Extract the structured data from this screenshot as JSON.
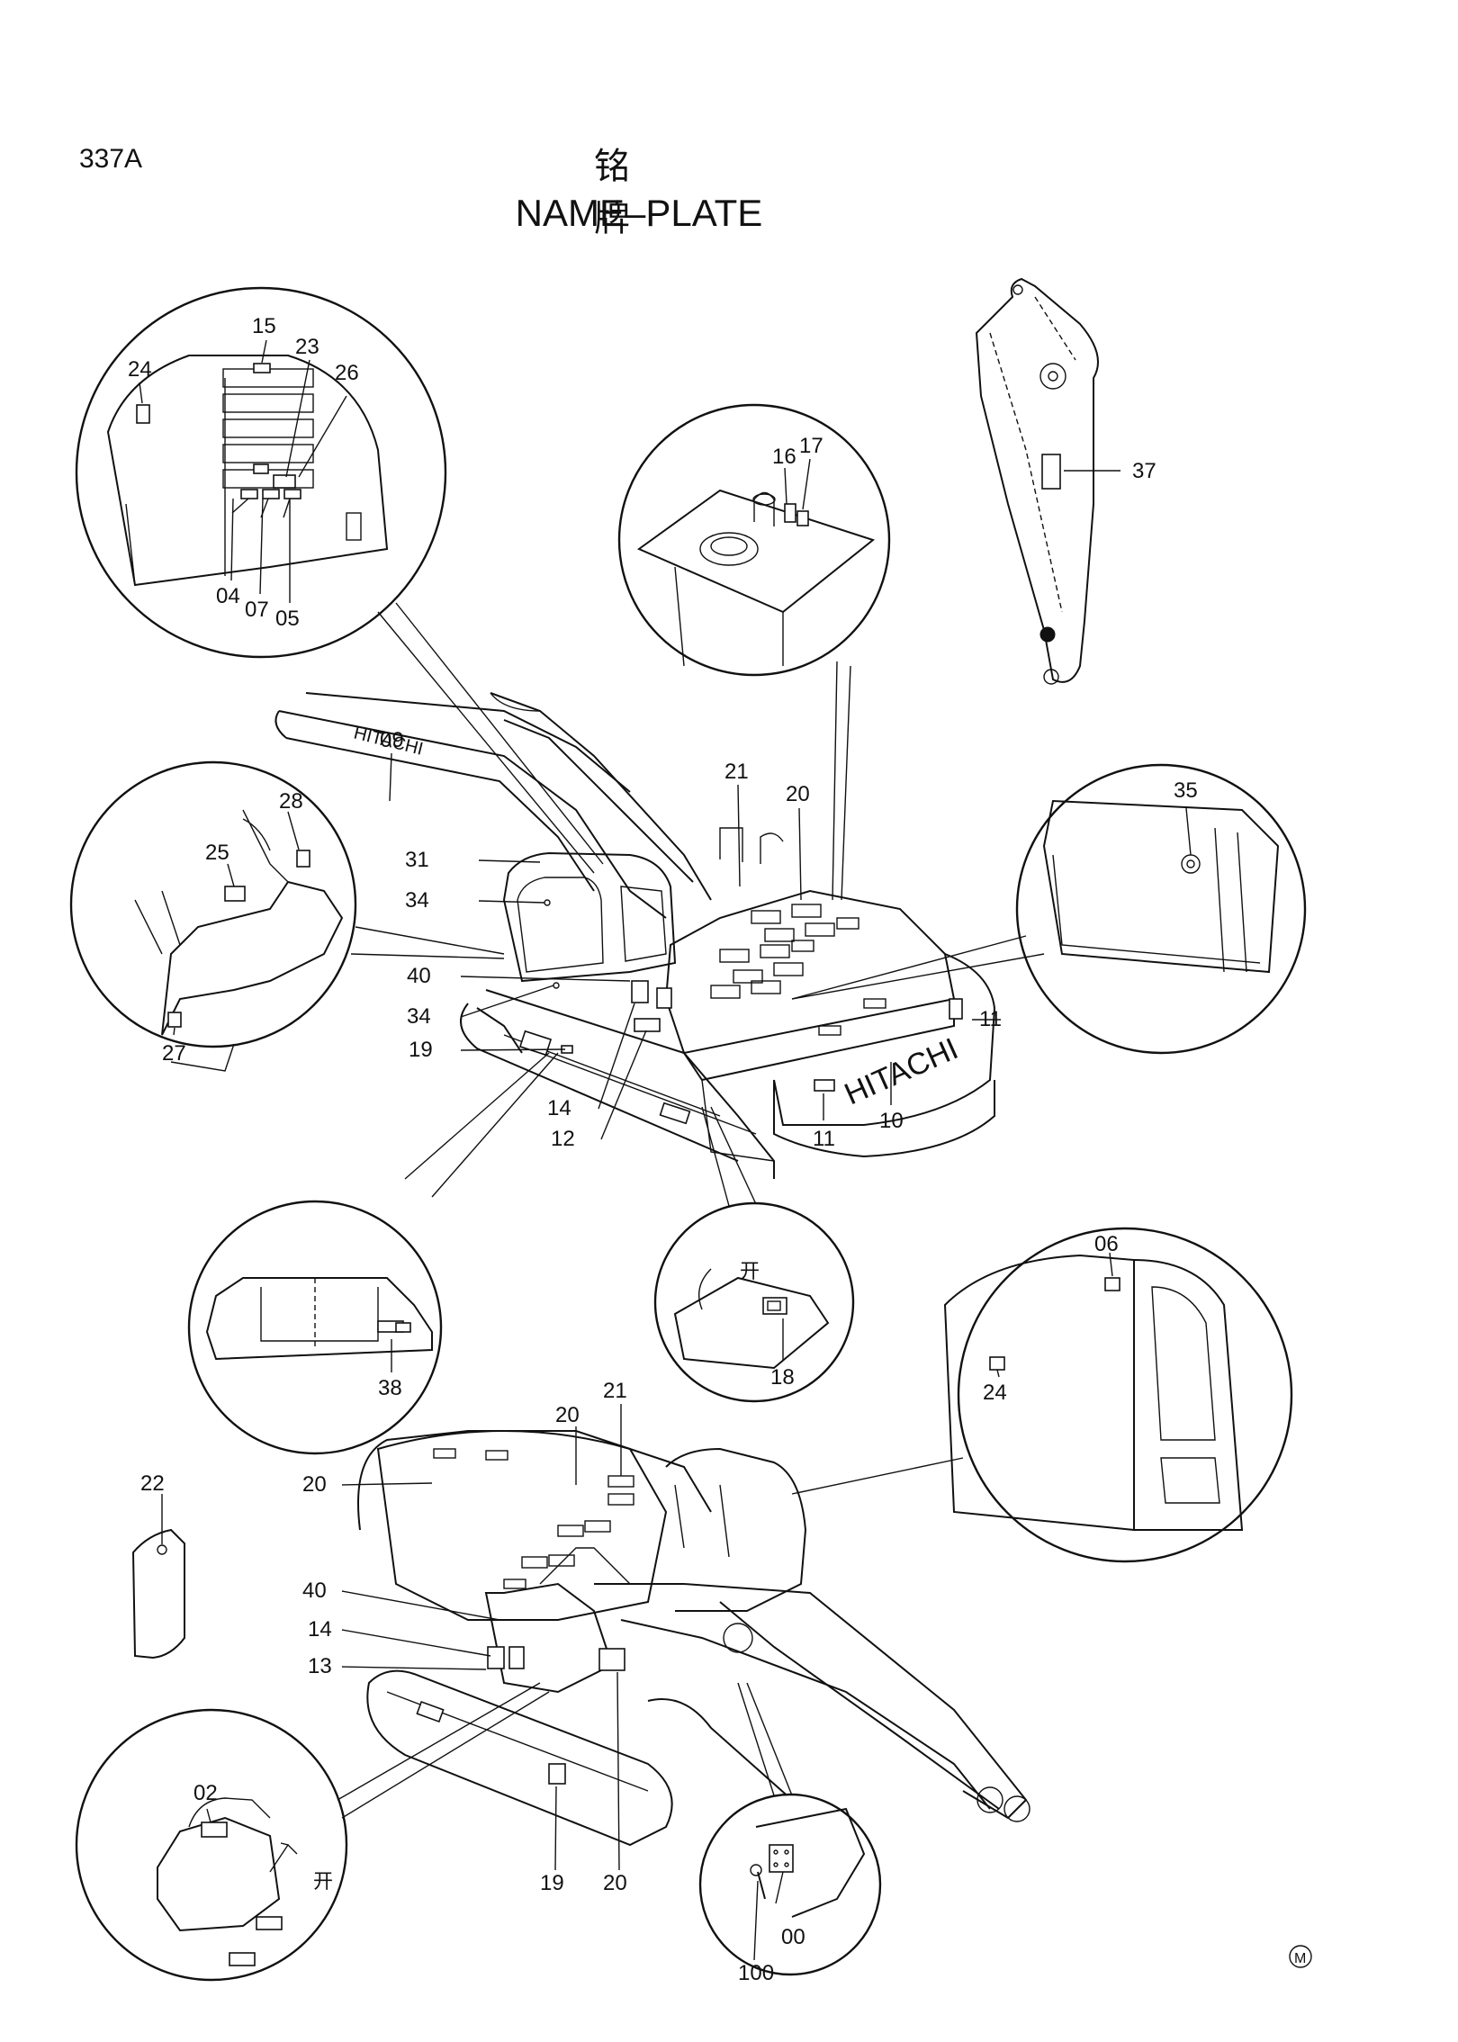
{
  "header": {
    "page_number": "337A",
    "title_cn": "铭  牌",
    "title_en": "NAME–PLATE"
  },
  "brand": "HITACHI",
  "callouts": {
    "c00": "00",
    "c02": "02",
    "c04": "04",
    "c05": "05",
    "c06": "06",
    "c07": "07",
    "c09": "09",
    "c10": "10",
    "c11": "11",
    "c12": "12",
    "c13": "13",
    "c14": "14",
    "c15": "15",
    "c16": "16",
    "c17": "17",
    "c18": "18",
    "c19": "19",
    "c20": "20",
    "c21": "21",
    "c22": "22",
    "c23": "23",
    "c24": "24",
    "c25": "25",
    "c26": "26",
    "c27": "27",
    "c28": "28",
    "c31": "31",
    "c34": "34",
    "c35": "35",
    "c37": "37",
    "c38": "38",
    "c40": "40",
    "c100": "100"
  },
  "open_label": "开",
  "footer_mark": "M"
}
